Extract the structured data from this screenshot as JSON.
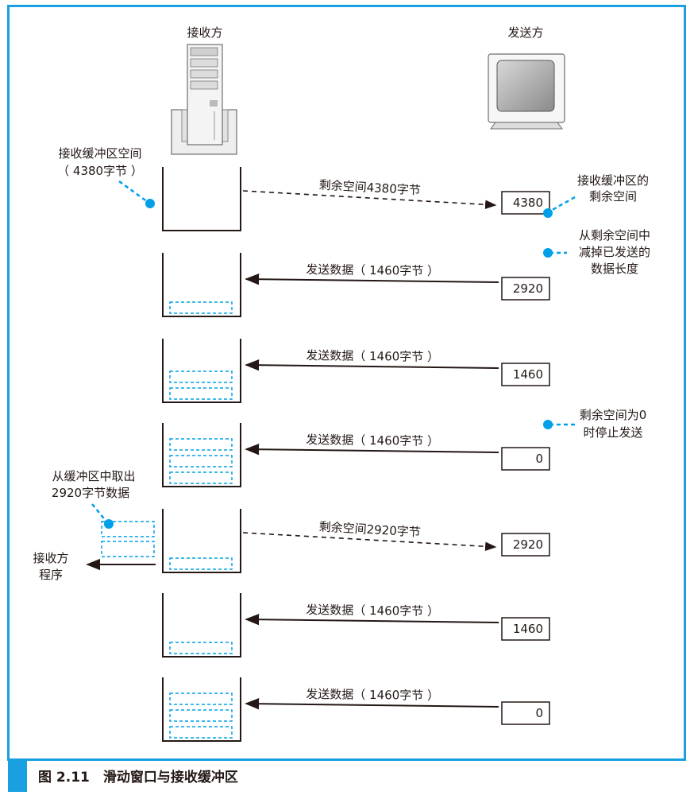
{
  "receiver_label": "接收方",
  "sender_label": "发送方",
  "buffer_note": [
    "接收缓冲区空间",
    "（ 4380字节 ）"
  ],
  "remaining_note": [
    "接收缓冲区的",
    "剩余空间"
  ],
  "subtract_note": [
    "从剩余空间中",
    "减掉已发送的",
    "数据长度"
  ],
  "zero_note": [
    "剩余空间为0",
    "时停止发送"
  ],
  "takeout_note": [
    "从缓冲区中取出",
    "2920字节数据"
  ],
  "app_label": [
    "接收方",
    "程序"
  ],
  "steps": [
    {
      "arrow_label": "剩余空间4380字节",
      "direction": "to-sender",
      "counter": "4380",
      "filled_blocks": 0
    },
    {
      "arrow_label": "发送数据（ 1460字节 ）",
      "direction": "to-receiver",
      "counter": "2920",
      "filled_blocks": 1
    },
    {
      "arrow_label": "发送数据（ 1460字节 ）",
      "direction": "to-receiver",
      "counter": "1460",
      "filled_blocks": 2
    },
    {
      "arrow_label": "发送数据（ 1460字节 ）",
      "direction": "to-receiver",
      "counter": "0",
      "filled_blocks": 3
    },
    {
      "arrow_label": "剩余空间2920字节",
      "direction": "to-sender",
      "counter": "2920",
      "filled_blocks": 1
    },
    {
      "arrow_label": "发送数据（ 1460字节 ）",
      "direction": "to-receiver",
      "counter": "1460",
      "filled_blocks": 1
    },
    {
      "arrow_label": "发送数据（ 1460字节 ）",
      "direction": "to-receiver",
      "counter": "0",
      "filled_blocks": 3
    }
  ],
  "caption": "图 2.11　滑动窗口与接收缓冲区",
  "colors": {
    "frame": "#1aa0e0",
    "accent": "#00a0e9",
    "ink": "#231815"
  }
}
